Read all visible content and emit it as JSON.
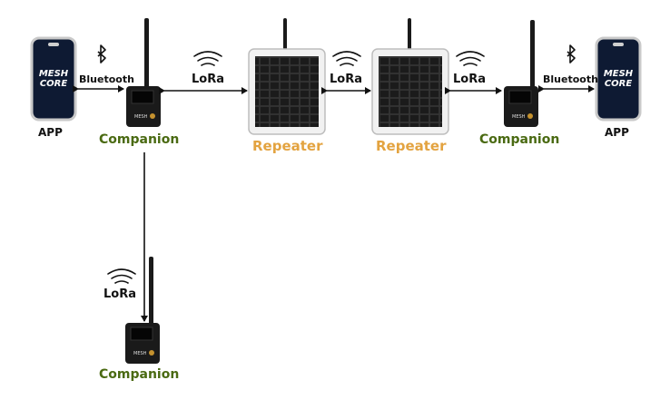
{
  "app_logo": {
    "line1": "MESH",
    "line2": "CORE"
  },
  "labels": {
    "app": "APP",
    "bluetooth": "Bluetooth",
    "lora": "LoRa",
    "companion": "Companion",
    "repeater": "Repeater"
  },
  "colors": {
    "companion_text": "#4a6a12",
    "repeater_text": "#e3a340",
    "phone_body": "#0e1a33",
    "device_body": "#1a1a1a"
  },
  "icons": [
    "bluetooth-icon",
    "wifi-signal-icon",
    "antenna-icon",
    "solar-panel-icon",
    "phone-icon"
  ]
}
